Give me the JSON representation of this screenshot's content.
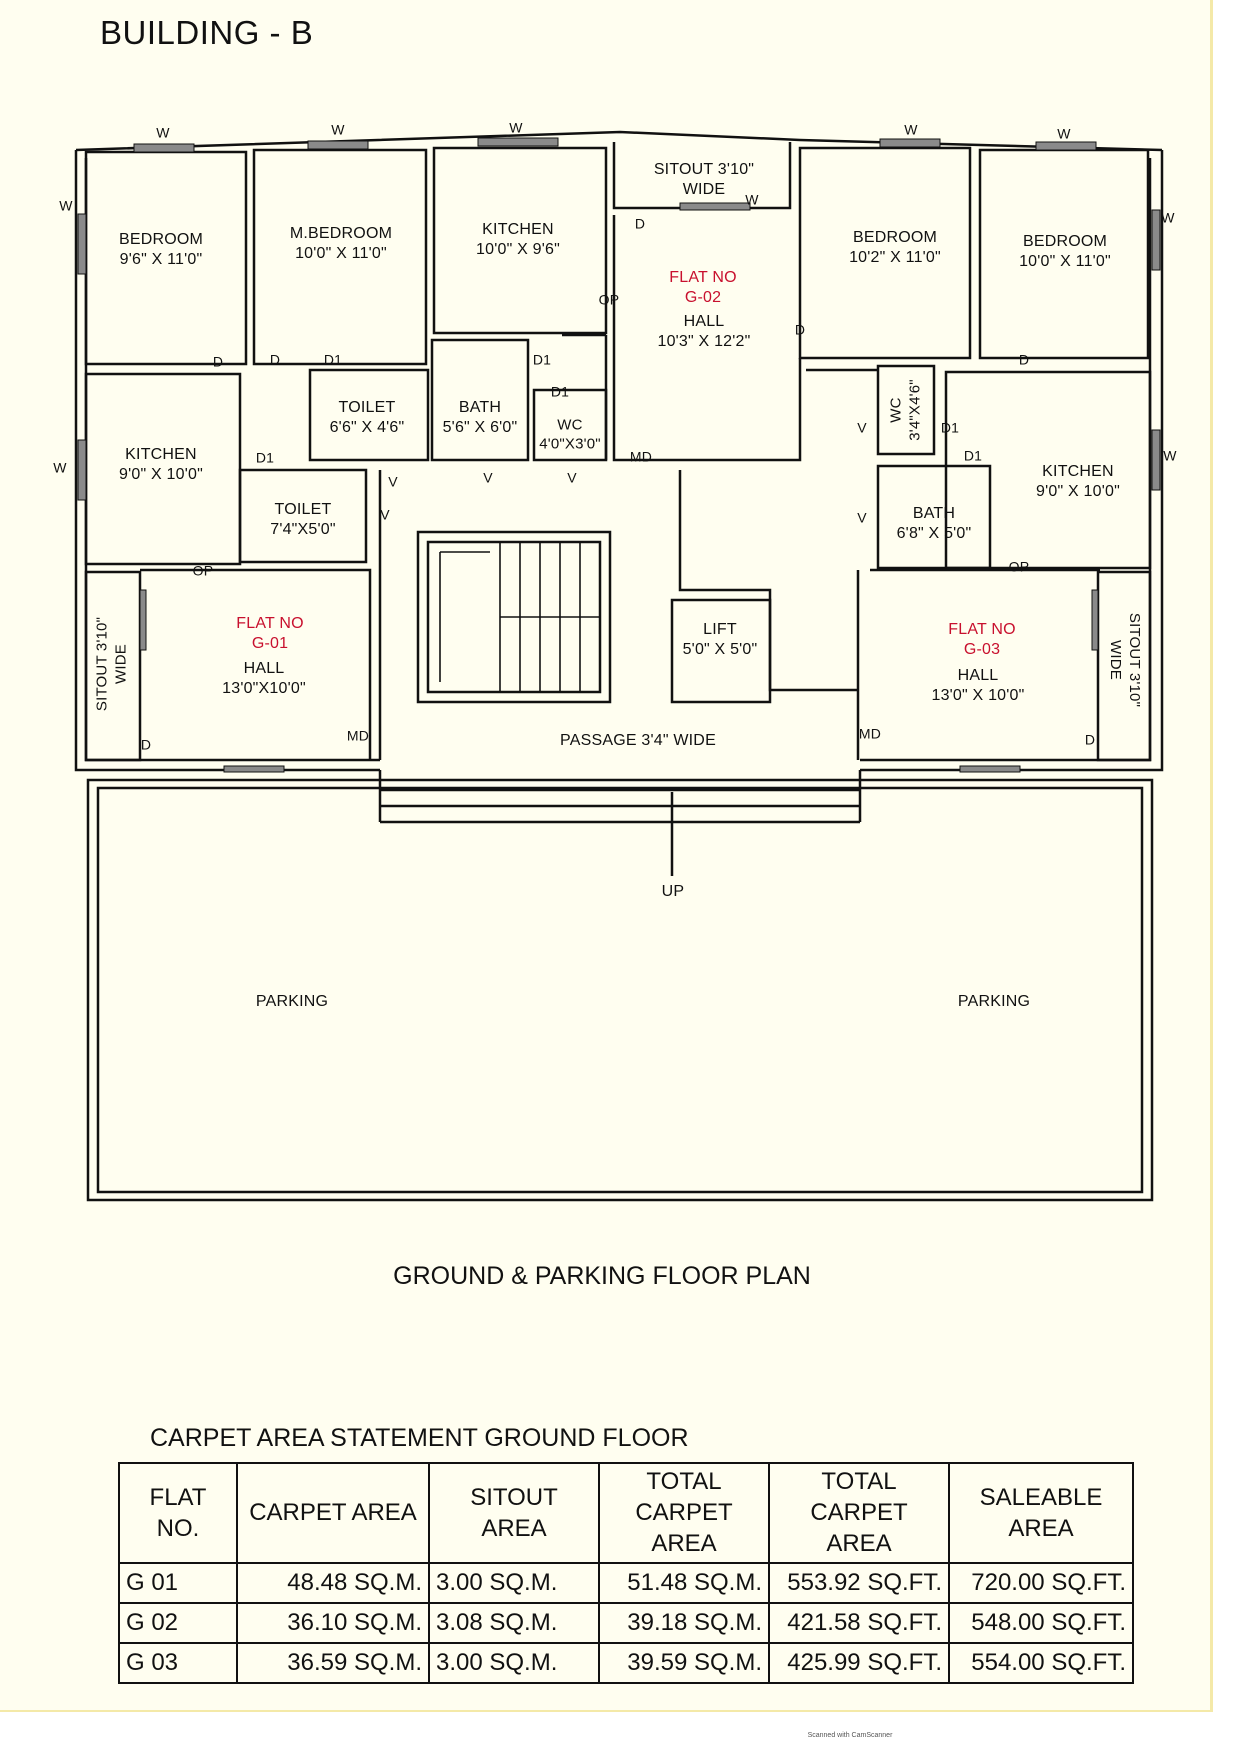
{
  "building_title": "BUILDING - B",
  "plan_title": "GROUND & PARKING FLOOR PLAN",
  "rooms": {
    "f01_bedroom": [
      "BEDROOM",
      "9'6\" X 11'0\""
    ],
    "m_bedroom": [
      "M.BEDROOM",
      "10'0\" X 11'0\""
    ],
    "f02_kitchen": [
      "KITCHEN",
      "10'0\" X 9'6\""
    ],
    "sitout_top": [
      "SITOUT 3'10\"",
      "WIDE"
    ],
    "flat_g02": [
      "FLAT NO",
      "G-02"
    ],
    "hall_g02": [
      "HALL",
      "10'3\" X 12'2\""
    ],
    "f02_bedroom": [
      "BEDROOM",
      "10'2\" X 11'0\""
    ],
    "f03_bedroom": [
      "BEDROOM",
      "10'0\" X 11'0\""
    ],
    "f01_kitchen": [
      "KITCHEN",
      "9'0\" X 10'0\""
    ],
    "toilet_top": [
      "TOILET",
      "6'6\" X 4'6\""
    ],
    "bath_left": [
      "BATH",
      "5'6\" X 6'0\""
    ],
    "wc_left": [
      "WC",
      "4'0\"X3'0\""
    ],
    "toilet_left": [
      "TOILET",
      "7'4\"X5'0\""
    ],
    "wc_right": [
      "WC",
      "3'4\"X4'6\""
    ],
    "bath_right": [
      "BATH",
      "6'8\" X 5'0\""
    ],
    "f03_kitchen": [
      "KITCHEN",
      "9'0\" X 10'0\""
    ],
    "flat_g01": [
      "FLAT NO",
      "G-01"
    ],
    "hall_g01": [
      "HALL",
      "13'0\"X10'0\""
    ],
    "sitout_left": [
      "SITOUT 3'10\"",
      "WIDE"
    ],
    "lift": [
      "LIFT",
      "5'0\" X 5'0\""
    ],
    "flat_g03": [
      "FLAT NO",
      "G-03"
    ],
    "hall_g03": [
      "HALL",
      "13'0\" X 10'0\""
    ],
    "sitout_right": [
      "SITOUT 3'10\"",
      "WIDE"
    ],
    "passage": "PASSAGE 3'4\" WIDE",
    "up": "UP",
    "parking_left": "PARKING",
    "parking_right": "PARKING"
  },
  "marks": {
    "window": "W",
    "door": "D",
    "door1": "D1",
    "main_door": "MD",
    "opening": "OP",
    "ventilator": "V"
  },
  "carpet_area_statement": {
    "title": "CARPET AREA STATEMENT GROUND FLOOR",
    "headers": [
      "FLAT NO.",
      "CARPET AREA",
      "SITOUT AREA",
      "TOTAL CARPET AREA",
      "TOTAL CARPET AREA",
      "SALEABLE AREA"
    ],
    "rows": [
      [
        "G 01",
        "48.48 SQ.M.",
        "3.00 SQ.M.",
        "51.48 SQ.M.",
        "553.92 SQ.FT.",
        "720.00 SQ.FT."
      ],
      [
        "G 02",
        "36.10 SQ.M.",
        "3.08 SQ.M.",
        "39.18 SQ.M.",
        "421.58 SQ.FT.",
        "548.00 SQ.FT."
      ],
      [
        "G 03",
        "36.59 SQ.M.",
        "3.00 SQ.M.",
        "39.59 SQ.M.",
        "425.99 SQ.FT.",
        "554.00 SQ.FT."
      ]
    ]
  },
  "footer": "Scanned with CamScanner",
  "colors": {
    "ink": "#111111",
    "flat_label": "#c8102e",
    "paper": "#fffef0",
    "window": "#8a8a8a"
  }
}
